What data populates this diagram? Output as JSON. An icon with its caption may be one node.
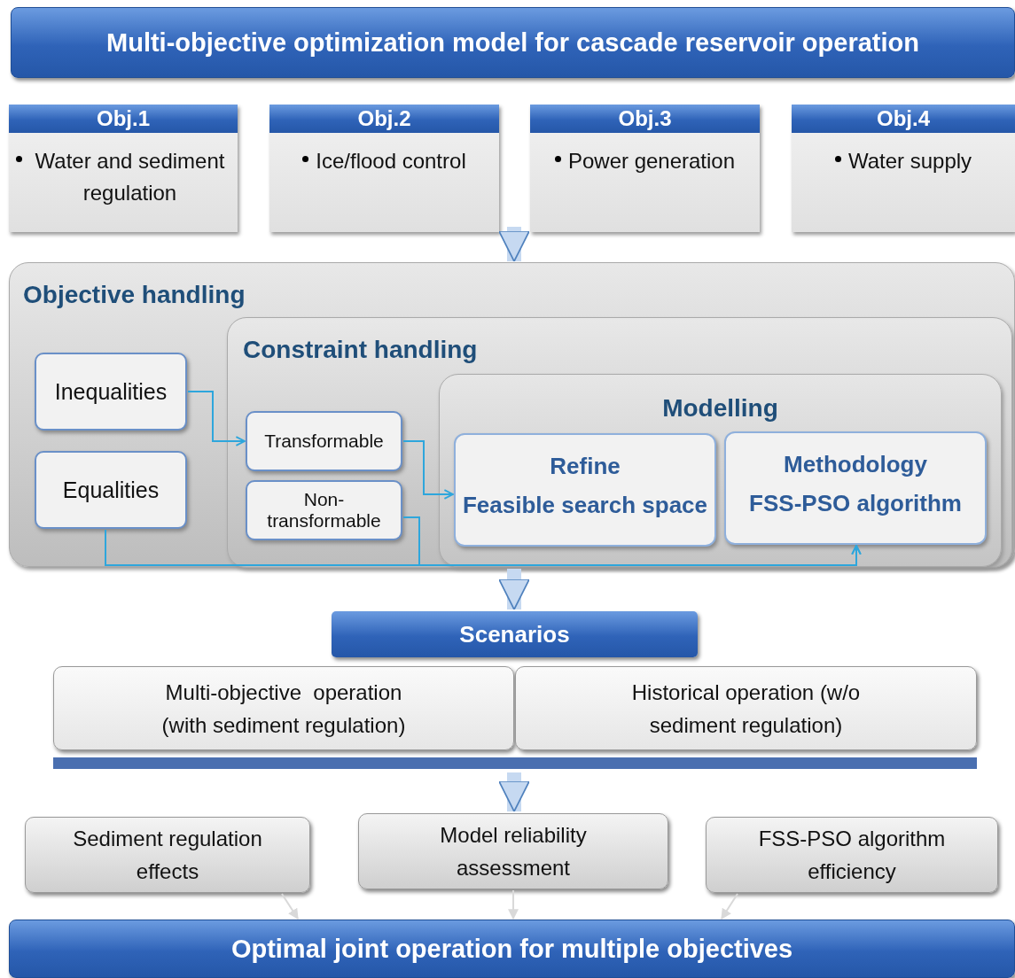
{
  "diagram": {
    "nodes": [
      {
        "text": [
          "Multi-objective optimization model for cascade reservoir operation"
        ]
      },
      {
        "text": [
          "Obj.1",
          "Water and sediment regulation"
        ]
      },
      {
        "text": [
          "Obj.2",
          "Ice/flood control"
        ]
      },
      {
        "text": [
          "Obj.3",
          "Power generation"
        ]
      },
      {
        "text": [
          "Obj.4",
          "Water supply"
        ]
      },
      {
        "text": [
          "Objective handling"
        ]
      },
      {
        "text": [
          "Inequalities"
        ],
        "in": 5
      },
      {
        "text": [
          "Equalities"
        ],
        "in": 5
      },
      {
        "text": [
          "Constraint handling"
        ],
        "in": 5
      },
      {
        "text": [
          "Transformable"
        ],
        "in": 8
      },
      {
        "text": [
          "Non-transformable"
        ],
        "in": 8
      },
      {
        "text": [
          "Modelling"
        ],
        "in": 8
      },
      {
        "text": [
          "Refine",
          "Feasible search space"
        ],
        "in": 11
      },
      {
        "text": [
          "Methodology",
          "FSS-PSO algorithm"
        ],
        "in": 11
      },
      {
        "text": [
          "Scenarios"
        ]
      },
      {
        "text": [
          "Multi-objective  operation (with sediment regulation)"
        ]
      },
      {
        "text": [
          "Historical operation (w/o sediment regulation)"
        ]
      },
      {
        "text": [
          "Sediment regulation effects"
        ]
      },
      {
        "text": [
          "Model reliability assessment"
        ]
      },
      {
        "text": [
          "FSS-PSO algorithm efficiency"
        ]
      },
      {
        "text": [
          "Optimal joint operation for multiple objectives"
        ]
      }
    ],
    "edges": [
      {
        "from": null,
        "to": 5,
        "arrow": "to",
        "style": "thick",
        "color": "#c6d9f1"
      },
      {
        "from": 6,
        "to": 9,
        "arrow": "to"
      },
      {
        "from": 9,
        "to": 12,
        "arrow": "to"
      },
      {
        "from": 7,
        "to": 13,
        "arrow": "to"
      },
      {
        "from": 10,
        "to": 13,
        "arrow": "to"
      },
      {
        "from": 5,
        "to": 14,
        "arrow": "to",
        "style": "thick",
        "color": "#c6d9f1"
      },
      {
        "from": null,
        "to": 18,
        "arrow": "to",
        "style": "thick",
        "color": "#c6d9f1"
      },
      {
        "from": 17,
        "to": 20,
        "arrow": "to",
        "color": "#d9d9d9"
      },
      {
        "from": 18,
        "to": 20,
        "arrow": "to",
        "color": "#d9d9d9"
      },
      {
        "from": 19,
        "to": 20,
        "arrow": "to",
        "color": "#d9d9d9"
      }
    ]
  }
}
